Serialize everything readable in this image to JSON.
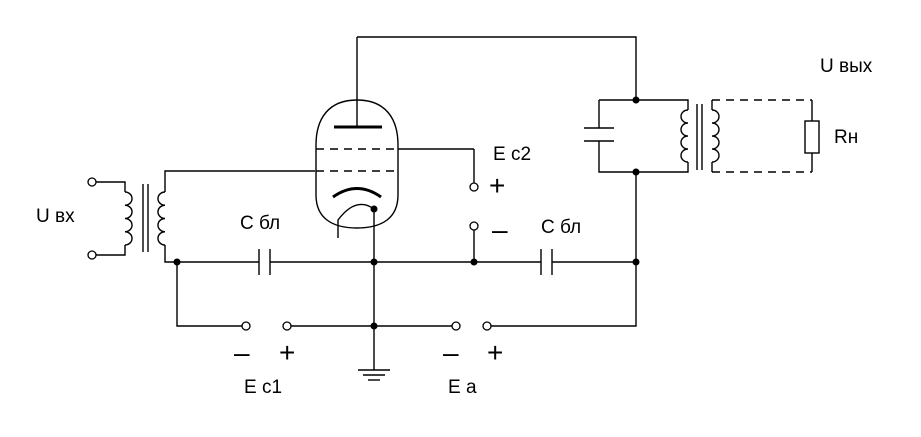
{
  "labels": {
    "input_voltage": "U вх",
    "output_voltage": "U вых",
    "load_resistor": "Rн",
    "blocking_cap_left": "С бл",
    "blocking_cap_right": "С бл",
    "screen_grid_supply": "E c2",
    "grid_bias_supply": "E c1",
    "anode_supply": "E a"
  },
  "polarity": {
    "ec2_plus": "+",
    "ec2_minus": "–",
    "ec1_minus": "–",
    "ec1_plus": "+",
    "ea_minus": "–",
    "ea_plus": "+"
  }
}
